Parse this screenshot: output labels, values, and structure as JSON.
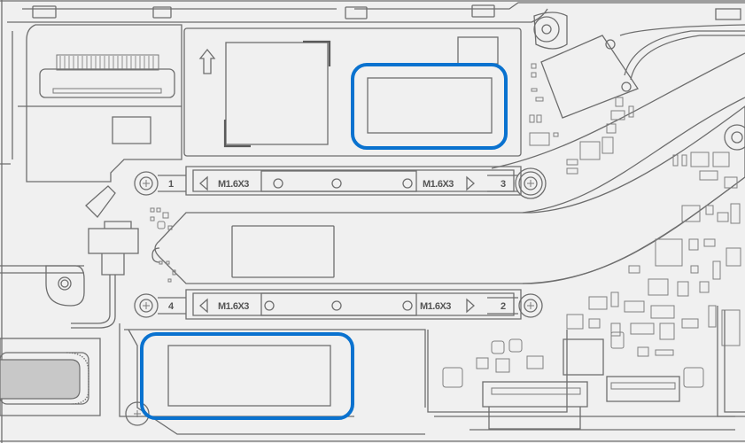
{
  "diagram": {
    "description": "Internal view of device showing heat sink assembly with four screws and two highlighted thermal pad areas",
    "colors": {
      "background": "#f0f0f0",
      "line": "#6e6e6e",
      "callout": "#0a72cf",
      "grey_fill": "#c8c8c8"
    },
    "screws": [
      {
        "id": "1",
        "label": "1",
        "type": "M1.6X3",
        "position": "top-left"
      },
      {
        "id": "2",
        "label": "2",
        "type": "M1.6X3",
        "position": "bottom-right"
      },
      {
        "id": "3",
        "label": "3",
        "type": "M1.6X3",
        "position": "top-right"
      },
      {
        "id": "4",
        "label": "4",
        "type": "M1.6X3",
        "position": "bottom-left"
      }
    ],
    "brackets": {
      "top": {
        "left_label": "M1.6X3",
        "right_label": "M1.6X3",
        "left_num": "1",
        "right_num": "3"
      },
      "bottom": {
        "left_label": "M1.6X3",
        "right_label": "M1.6X3",
        "left_num": "4",
        "right_num": "2"
      }
    },
    "callouts": [
      {
        "id": "callout-top",
        "label": "Highlighted area (upper thermal pad)"
      },
      {
        "id": "callout-bottom",
        "label": "Highlighted area (lower thermal pad)"
      }
    ],
    "icons": {
      "direction_arrow": "up-arrow-icon",
      "screw": "phillips-screw-icon"
    }
  }
}
